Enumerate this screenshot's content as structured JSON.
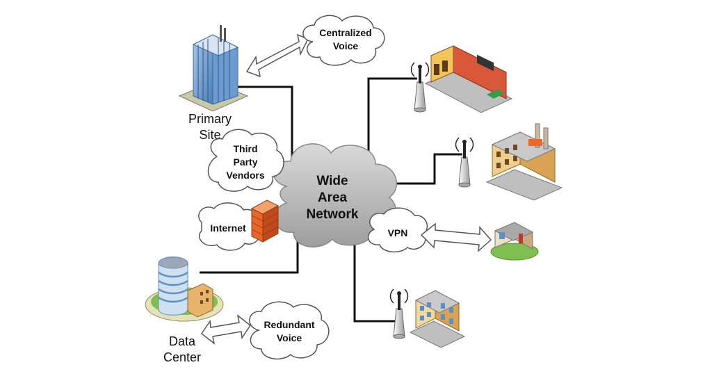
{
  "diagram": {
    "wan": {
      "lines": [
        "Wide",
        "Area",
        "Network"
      ]
    },
    "clouds": {
      "centralized_voice": [
        "Centralized",
        "Voice"
      ],
      "third_party": [
        "Third",
        "Party",
        "Vendors"
      ],
      "internet": [
        "Internet"
      ],
      "vpn": [
        "VPN"
      ],
      "redundant_voice": [
        "Redundant",
        "Voice"
      ]
    },
    "sites": {
      "primary": [
        "Primary",
        "Site"
      ],
      "data_center": [
        "Data",
        "Center"
      ]
    },
    "colors": {
      "wan_cloud": "#bfbfbf",
      "firewall": "#e8662a",
      "tower_glass": "#5b8fc7",
      "wire": "#111111"
    }
  }
}
